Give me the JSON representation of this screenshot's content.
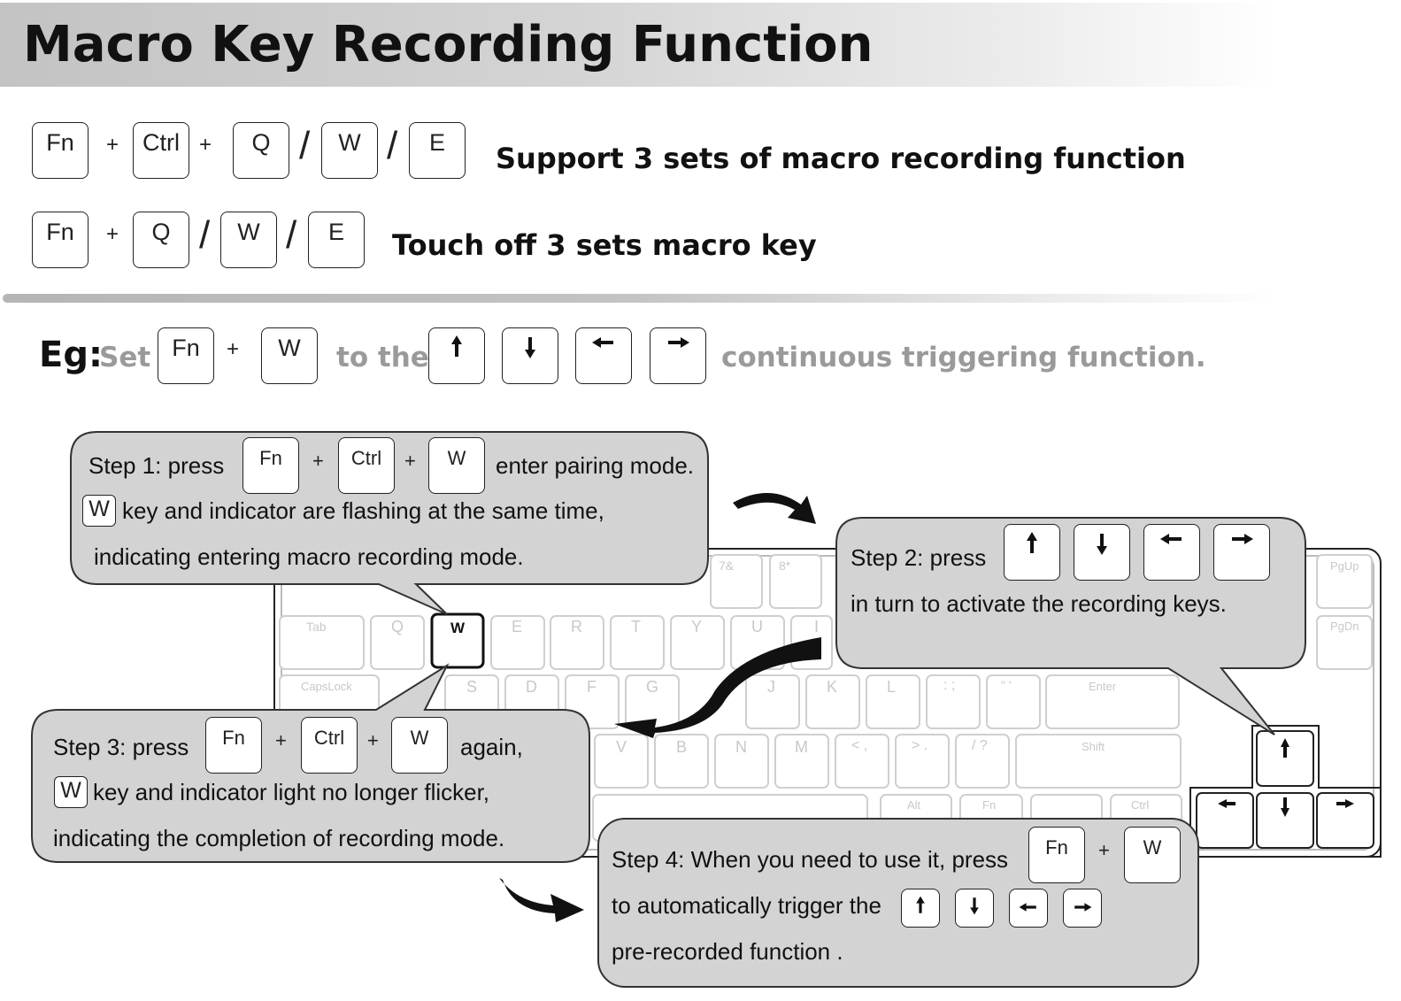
{
  "title": "Macro Key Recording Function",
  "row1": {
    "fn": "Fn",
    "plus": "+",
    "ctrl": "Ctrl",
    "q": "Q",
    "w": "W",
    "e": "E",
    "slash": "/",
    "description": "Support 3 sets of macro recording function"
  },
  "row2": {
    "fn": "Fn",
    "plus": "+",
    "q": "Q",
    "w": "W",
    "e": "E",
    "slash": "/",
    "description": "Touch off 3 sets  macro key"
  },
  "example": {
    "eg": "Eg:",
    "set": "Set",
    "fn": "Fn",
    "plus": "+",
    "w": "W",
    "to_the": "to the",
    "tail": "continuous triggering function.",
    "arrow_icons": [
      "arrow-up-icon",
      "arrow-down-icon",
      "arrow-left-icon",
      "arrow-right-icon"
    ]
  },
  "step1": {
    "prefix": "Step 1:  press",
    "fn": "Fn",
    "plus": "+",
    "ctrl": "Ctrl",
    "w": "W",
    "suffix": "enter pairing mode.",
    "line2_key": "W",
    "line2": "key and indicator are flashing at the same time,",
    "line3": "indicating entering macro recording mode."
  },
  "step2": {
    "prefix": "Step 2:  press",
    "line2": "in turn to activate the recording keys."
  },
  "step3": {
    "prefix": "Step 3:  press",
    "fn": "Fn",
    "plus": "+",
    "ctrl": "Ctrl",
    "w": "W",
    "suffix": "again,",
    "line2_key": "W",
    "line2": "key and indicator light no longer flicker,",
    "line3": "indicating the completion of recording mode."
  },
  "step4": {
    "prefix": "Step 4:  When you need to use it, press",
    "fn": "Fn",
    "plus": "+",
    "w": "W",
    "line2": "to automatically trigger the",
    "line3": "pre-recorded function ."
  },
  "keyboard": {
    "w_key": "W",
    "legends": [
      "7&",
      "8*",
      "PgUp",
      "Tab",
      "Q",
      "E",
      "R",
      "T",
      "Y",
      "U",
      "I",
      "PgDn",
      "CapsLock",
      "S",
      "D",
      "F",
      "G",
      "J",
      "K",
      "L",
      ": ;",
      "\" '",
      "Enter",
      "V",
      "B",
      "N",
      "M",
      "< ,",
      "> .",
      "/ ?",
      "Shift",
      "Alt",
      "Fn",
      "Ctrl"
    ]
  },
  "colors": {
    "bubble_fill": "#d3d3d3",
    "bubble_stroke": "#333333",
    "muted_text": "#9a9a9a",
    "keyboard_line": "#cfcfcf"
  }
}
